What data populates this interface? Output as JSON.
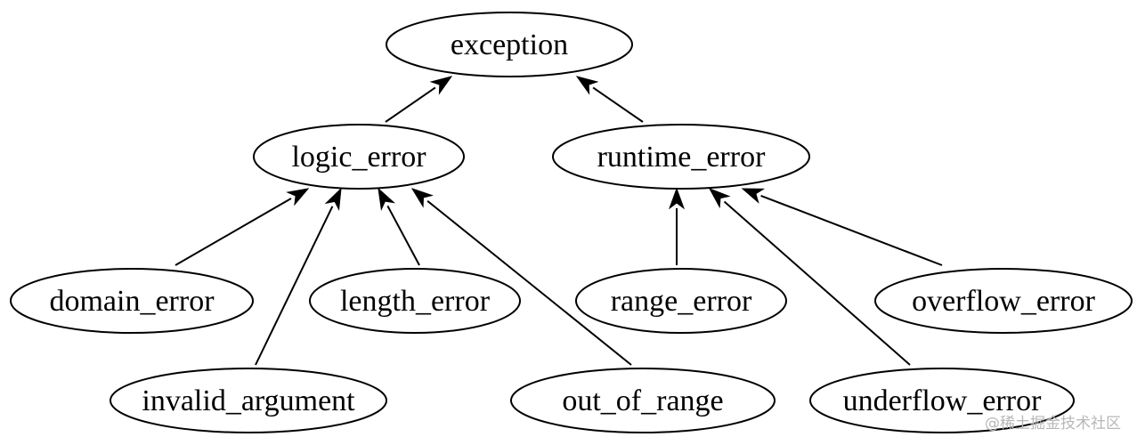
{
  "diagram": {
    "type": "class-hierarchy",
    "nodes": [
      {
        "id": "exception",
        "label": "exception"
      },
      {
        "id": "logic_error",
        "label": "logic_error"
      },
      {
        "id": "runtime_error",
        "label": "runtime_error"
      },
      {
        "id": "domain_error",
        "label": "domain_error"
      },
      {
        "id": "invalid_argument",
        "label": "invalid_argument"
      },
      {
        "id": "length_error",
        "label": "length_error"
      },
      {
        "id": "out_of_range",
        "label": "out_of_range"
      },
      {
        "id": "range_error",
        "label": "range_error"
      },
      {
        "id": "overflow_error",
        "label": "overflow_error"
      },
      {
        "id": "underflow_error",
        "label": "underflow_error"
      }
    ],
    "edges": [
      {
        "from": "logic_error",
        "to": "exception"
      },
      {
        "from": "runtime_error",
        "to": "exception"
      },
      {
        "from": "domain_error",
        "to": "logic_error"
      },
      {
        "from": "invalid_argument",
        "to": "logic_error"
      },
      {
        "from": "length_error",
        "to": "logic_error"
      },
      {
        "from": "out_of_range",
        "to": "logic_error"
      },
      {
        "from": "range_error",
        "to": "runtime_error"
      },
      {
        "from": "underflow_error",
        "to": "runtime_error"
      },
      {
        "from": "overflow_error",
        "to": "runtime_error"
      }
    ],
    "colors": {
      "stroke": "#000000",
      "fill": "#ffffff",
      "watermark": "#b7b7b7"
    }
  },
  "watermark": {
    "text": "@稀土掘金技术社区"
  }
}
